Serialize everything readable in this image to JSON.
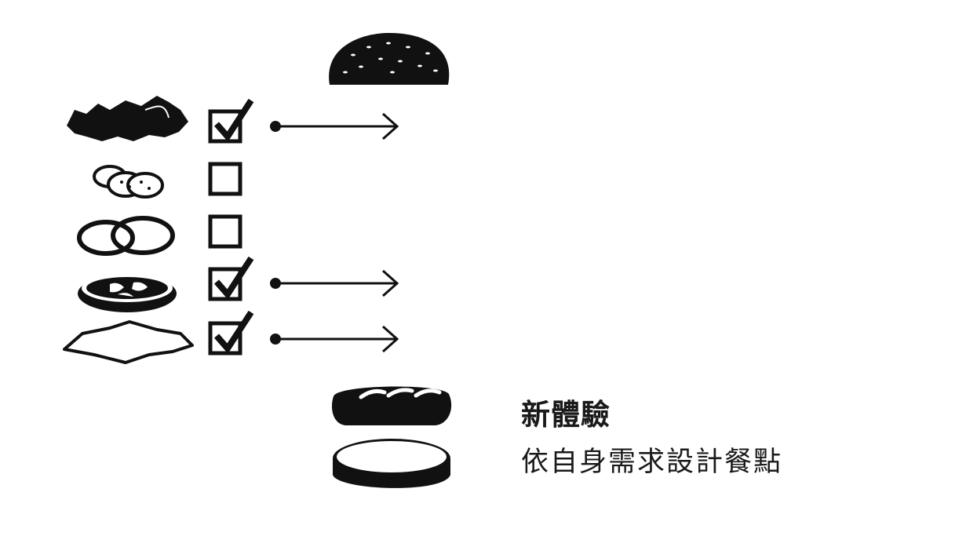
{
  "colors": {
    "ink": "#111111",
    "background": "#ffffff"
  },
  "title": "新體驗",
  "subtitle": "依自身需求設計餐點",
  "ingredients": [
    {
      "name": "lettuce",
      "checked": true,
      "arrow": true
    },
    {
      "name": "pickles",
      "checked": false,
      "arrow": false
    },
    {
      "name": "onion",
      "checked": false,
      "arrow": false
    },
    {
      "name": "tomato",
      "checked": true,
      "arrow": true
    },
    {
      "name": "cheese",
      "checked": true,
      "arrow": true
    }
  ]
}
